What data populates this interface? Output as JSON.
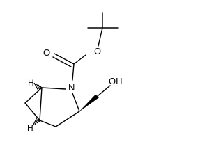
{
  "molecule": {
    "atoms": {
      "carbonyl_oxygen": "O",
      "ester_oxygen": "O",
      "ring_nitrogen": "N",
      "hydroxyl": "OH",
      "bridgehead_hydrogen_top": "H",
      "bridgehead_hydrogen_bottom": "H"
    }
  }
}
